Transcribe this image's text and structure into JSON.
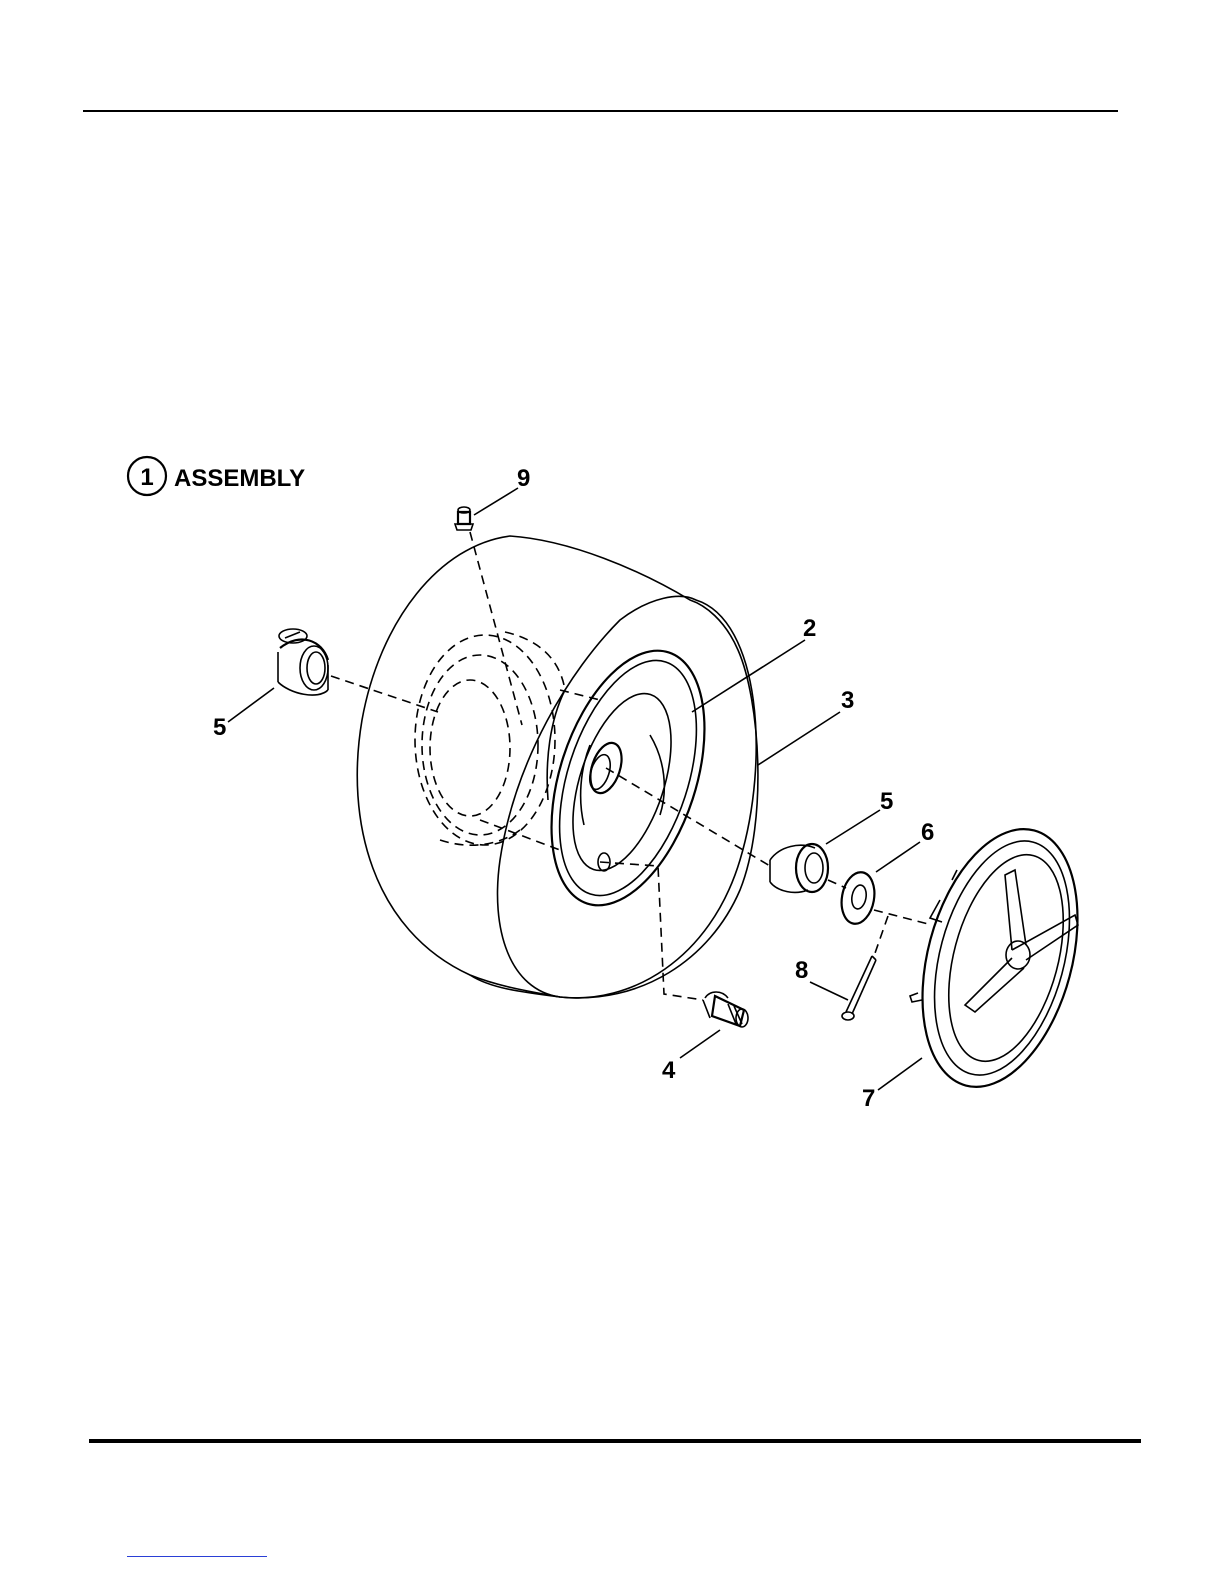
{
  "figure": {
    "title_number": "1",
    "title": "ASSEMBLY",
    "callouts": [
      {
        "id": "callout-9",
        "label": "9"
      },
      {
        "id": "callout-2",
        "label": "2"
      },
      {
        "id": "callout-3",
        "label": "3"
      },
      {
        "id": "callout-5-left",
        "label": "5"
      },
      {
        "id": "callout-5-right",
        "label": "5"
      },
      {
        "id": "callout-6",
        "label": "6"
      },
      {
        "id": "callout-8",
        "label": "8"
      },
      {
        "id": "callout-4",
        "label": "4"
      },
      {
        "id": "callout-7",
        "label": "7"
      }
    ]
  }
}
